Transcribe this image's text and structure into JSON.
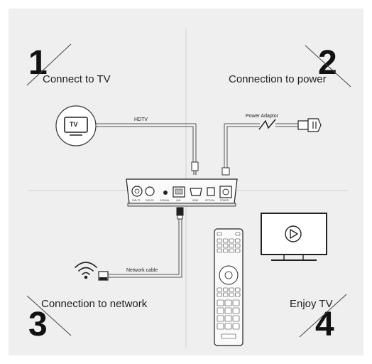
{
  "steps": {
    "s1": {
      "number": "1",
      "label": "Connect to TV"
    },
    "s2": {
      "number": "2",
      "label": "Connection to power"
    },
    "s3": {
      "number": "3",
      "label": "Connection to network"
    },
    "s4": {
      "number": "4",
      "label": "Enjoy TV"
    }
  },
  "tv_icon_label": "TV",
  "cables": {
    "hdtv": "HDTV",
    "power_adaptor": "Power Adaptor",
    "network_cable": "Network cable"
  },
  "ports": [
    "DVB-T2",
    "DVB-S2",
    "COAXIAL",
    "LAN",
    "HDMI",
    "OPTICAL",
    "POWER"
  ],
  "colors": {
    "background": "#efefef",
    "ink": "#111111",
    "line": "#555555"
  }
}
